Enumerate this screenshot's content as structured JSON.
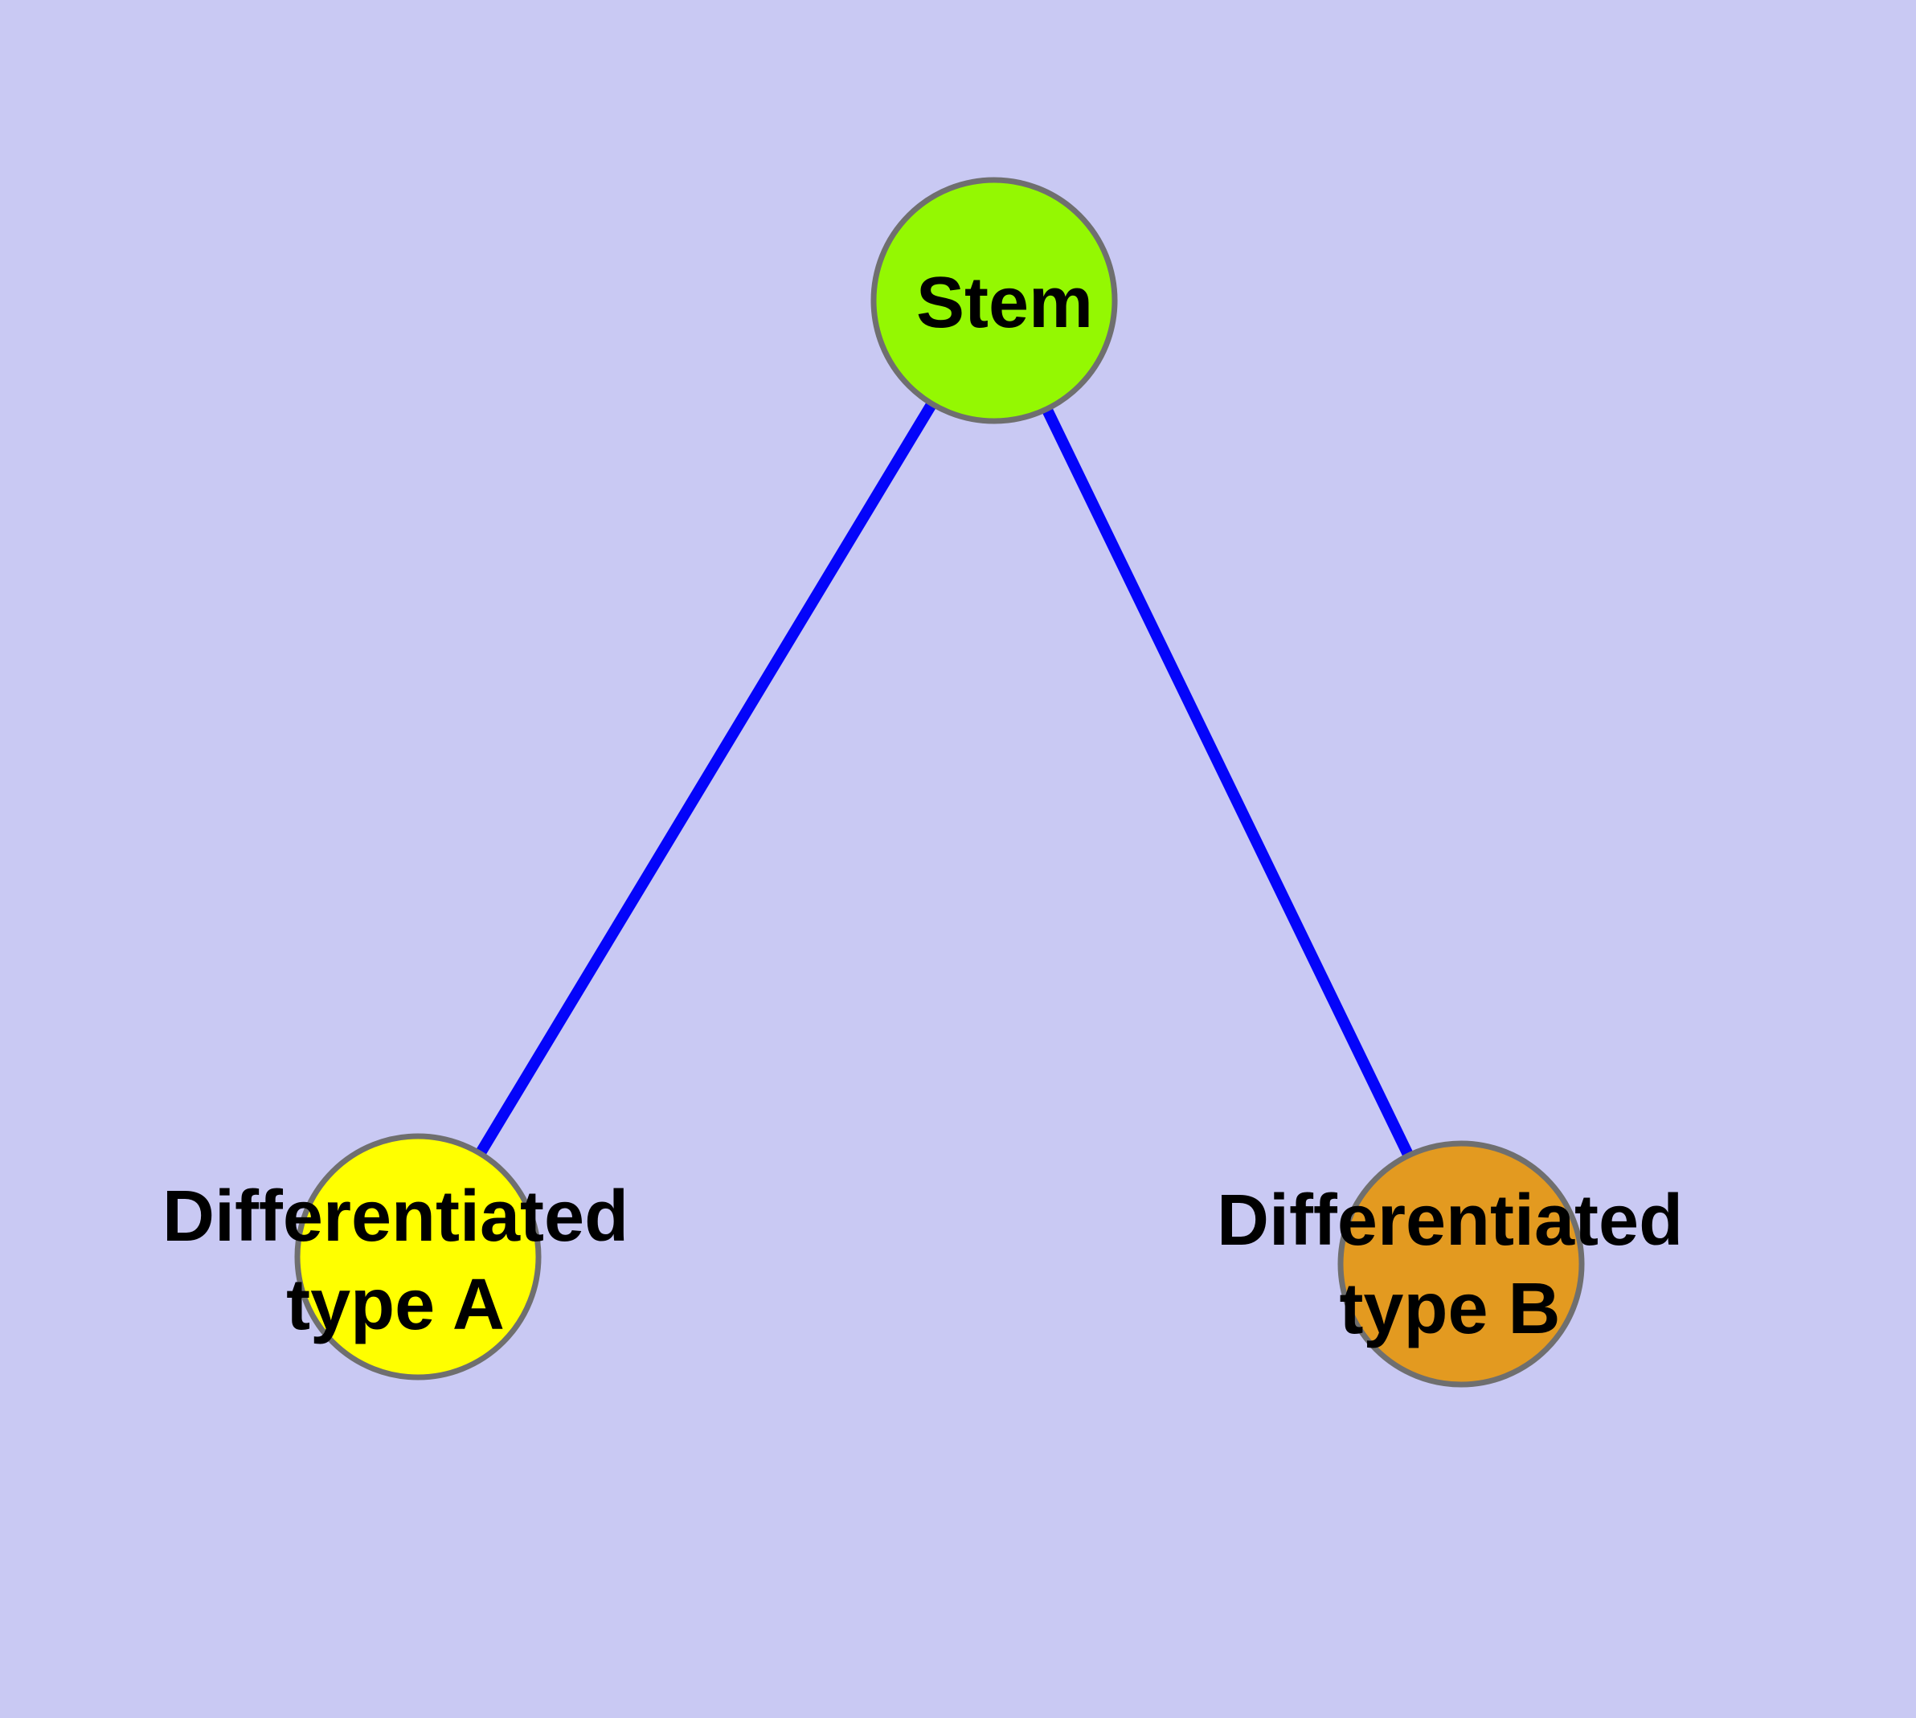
{
  "background_color": "#C9C9F3",
  "graph": {
    "node_border_color": "#6F6F6F",
    "edge_color": "#0404FA",
    "label_color": "#000000",
    "nodes": [
      {
        "id": "stem",
        "label": "Stem",
        "fill": "#94F802"
      },
      {
        "id": "differentiated-type-a",
        "label": "Differentiated\ntype A",
        "fill": "#FFFF00"
      },
      {
        "id": "differentiated-type-b",
        "label": "Differentiated\ntype B",
        "fill": "#E39A20"
      }
    ],
    "edges": [
      {
        "from": "stem",
        "to": "differentiated-type-a"
      },
      {
        "from": "stem",
        "to": "differentiated-type-b"
      }
    ]
  }
}
